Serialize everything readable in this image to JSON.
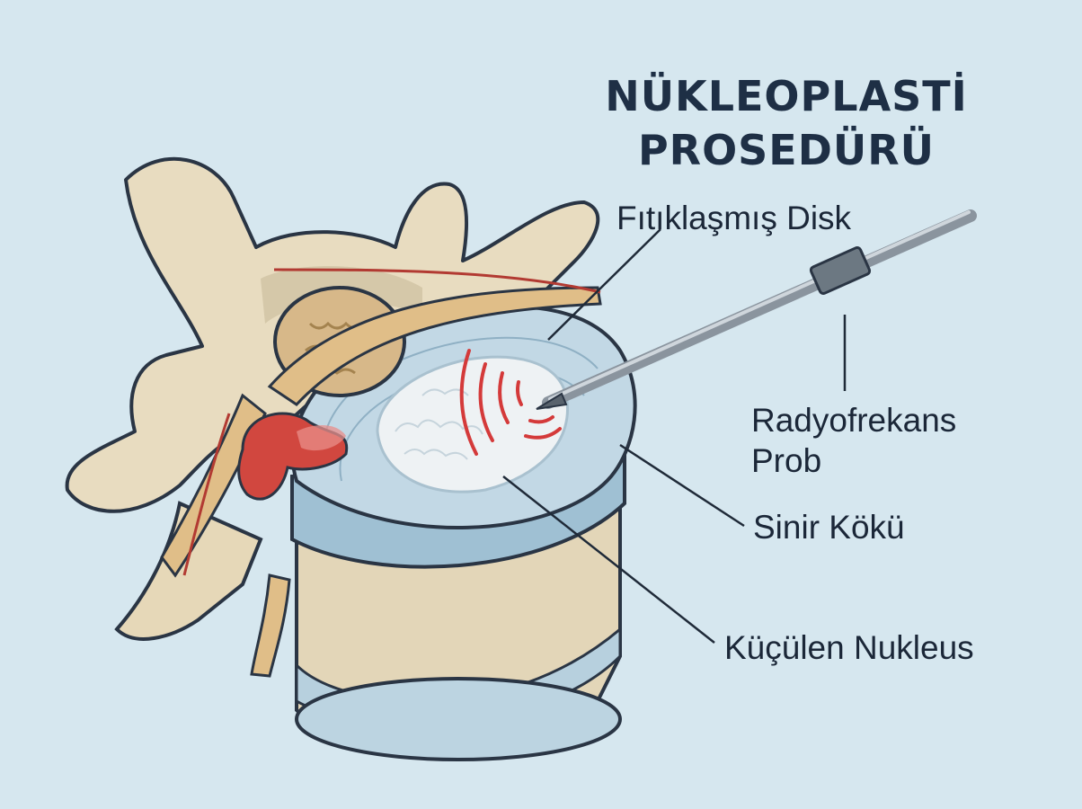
{
  "title": {
    "line1": "NÜKLEOPLASTİ",
    "line2": "PROSEDÜRÜ"
  },
  "labels": {
    "herniated_disc": "Fıtıklaşmış Disk",
    "rf_probe_line1": "Radyofrekans",
    "rf_probe_line2": "Prob",
    "nerve_root": "Sinir Kökü",
    "shrinking_nucleus": "Küçülen Nukleus"
  },
  "colors": {
    "background": "#d6e7ef",
    "bone": "#e8dcc0",
    "disc": "#b9d3e0",
    "nerve": "#d9b77a",
    "herniation": "#d1473f",
    "rf_waves": "#d43a3a",
    "text": "#1b2738"
  }
}
